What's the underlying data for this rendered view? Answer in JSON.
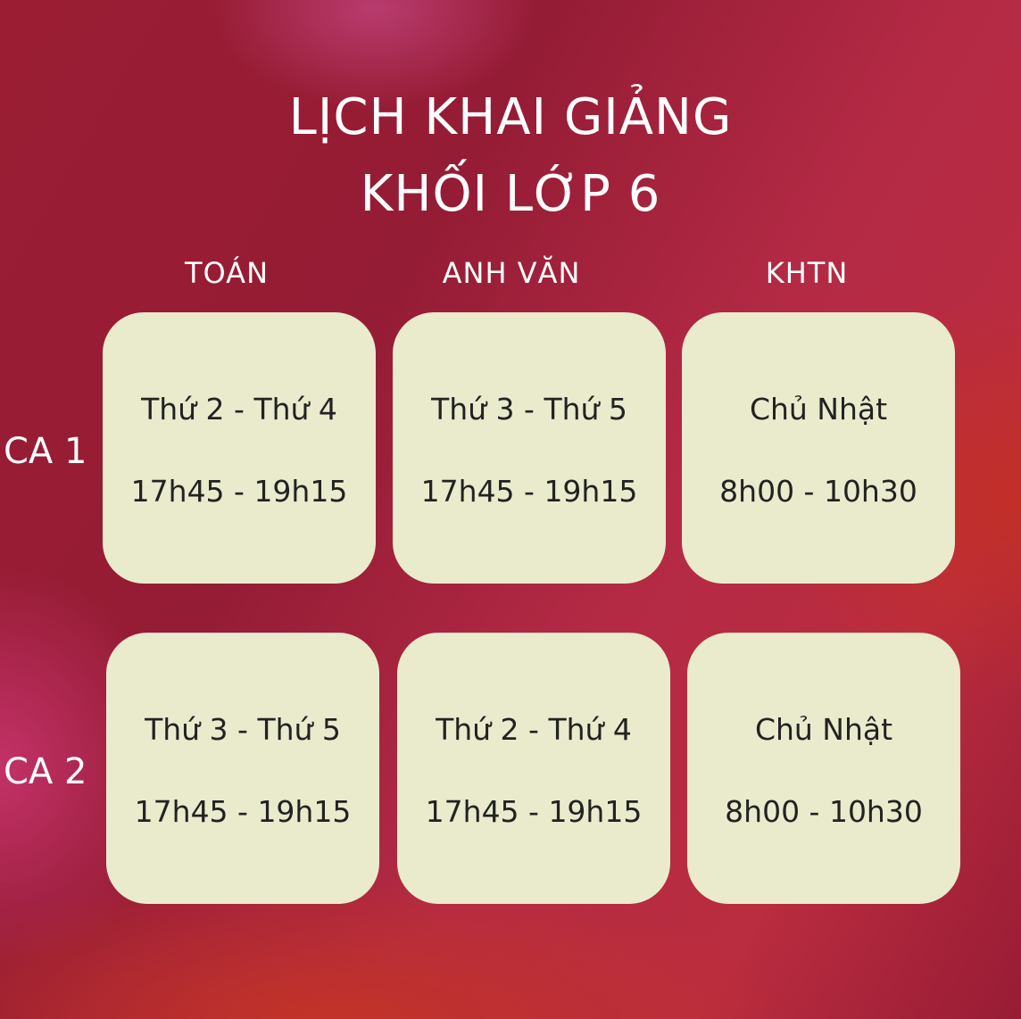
{
  "title": {
    "line1": "LỊCH KHAI GIẢNG",
    "line2": "KHỐI LỚP 6"
  },
  "subjects": [
    "TOÁN",
    "ANH VĂN",
    "KHTN"
  ],
  "shifts": [
    {
      "label": "CA 1",
      "cells": [
        {
          "days": "Thứ 2 - Thứ 4",
          "time": "17h45 - 19h15"
        },
        {
          "days": "Thứ 3 - Thứ 5",
          "time": "17h45 - 19h15"
        },
        {
          "days": "Chủ Nhật",
          "time": "8h00 - 10h30"
        }
      ]
    },
    {
      "label": "CA 2",
      "cells": [
        {
          "days": "Thứ 3 - Thứ 5",
          "time": "17h45 - 19h15"
        },
        {
          "days": "Thứ 2 - Thứ 4",
          "time": "17h45 - 19h15"
        },
        {
          "days": "Chủ Nhật",
          "time": "8h00 - 10h30"
        }
      ]
    }
  ],
  "colors": {
    "card_background": "#eaebcd",
    "background": "#9a1d33",
    "text_light": "#ffffff",
    "text_dark": "#222222"
  }
}
